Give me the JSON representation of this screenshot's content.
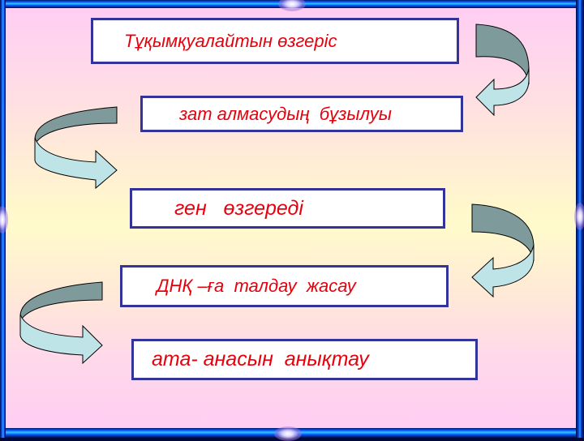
{
  "slide": {
    "steps": [
      {
        "label": "Тұқымқуалайтын өзгеріс"
      },
      {
        "label": "зат алмасудың  бұзылуы"
      },
      {
        "label": "ген   өзгереді"
      },
      {
        "label": "ДНҚ –ға  талдау  жасау"
      },
      {
        "label": "ата- анасын  анықтау"
      }
    ],
    "colors": {
      "text": "#e8000c",
      "box_border": "#333399",
      "box_fill": "#ffffff",
      "arrow_dark": "#7f9a9a",
      "arrow_light": "#bfe4e8",
      "bg_top": "#ffccf4",
      "bg_middle": "#fffacc",
      "frame": "#0a5aff"
    },
    "icons": [
      "curved-arrow-right-down-icon",
      "curved-arrow-left-down-icon"
    ]
  }
}
